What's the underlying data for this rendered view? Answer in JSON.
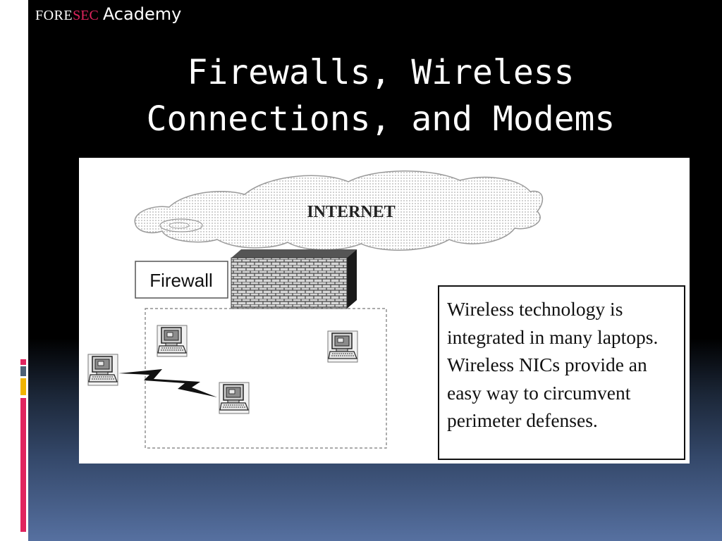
{
  "brand": {
    "fore": "FORE",
    "sec": "SEC",
    "academy": "Academy"
  },
  "slide": {
    "title_line1": "Firewalls, Wireless",
    "title_line2": "Connections, and Modems"
  },
  "diagram": {
    "cloud_label": "INTERNET",
    "firewall_label": "Firewall",
    "callout_text": "Wireless technology is integrated in many laptops. Wireless NICs provide an easy way to circumvent perimeter defenses."
  },
  "colors": {
    "accent_pink": "#e0245e",
    "accent_gray": "#4d6075",
    "accent_yellow": "#f0b400",
    "background_bottom": "#5670a0"
  },
  "icons": [
    "cloud-icon",
    "brick-firewall-icon",
    "computer-icon",
    "lightning-icon"
  ]
}
